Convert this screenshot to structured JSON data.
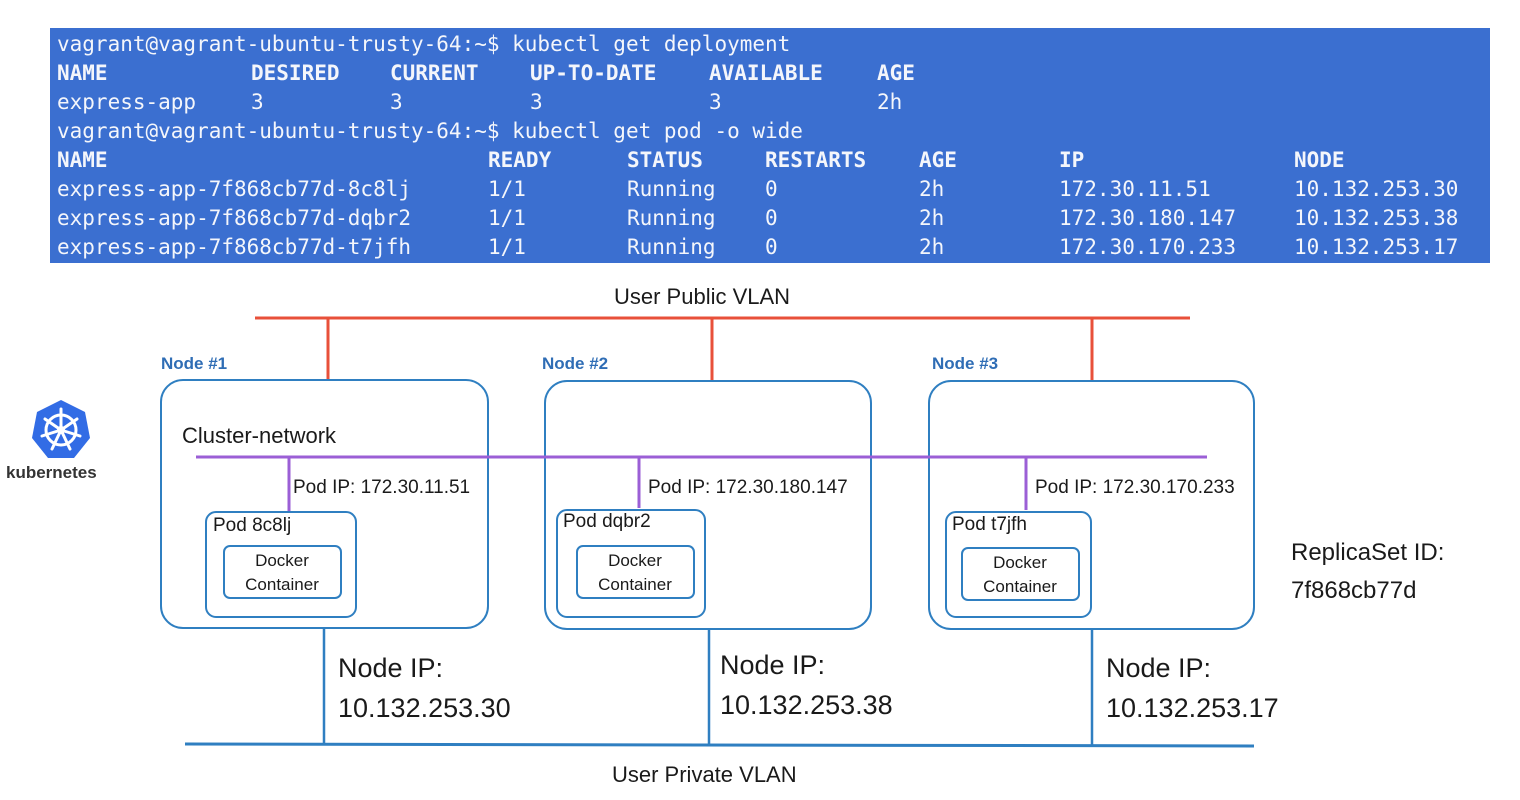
{
  "terminal": {
    "prompt1": "vagrant@vagrant-ubuntu-trusty-64:~$ kubectl get deployment",
    "deploy_headers": [
      "NAME",
      "DESIRED",
      "CURRENT",
      "UP-TO-DATE",
      "AVAILABLE",
      "AGE"
    ],
    "deploy_row": [
      "express-app",
      "3",
      "3",
      "3",
      "3",
      "2h"
    ],
    "prompt2": "vagrant@vagrant-ubuntu-trusty-64:~$ kubectl get pod -o wide",
    "pod_headers": [
      "NAME",
      "READY",
      "STATUS",
      "RESTARTS",
      "AGE",
      "IP",
      "NODE"
    ],
    "pod_rows": [
      [
        "express-app-7f868cb77d-8c8lj",
        "1/1",
        "Running",
        "0",
        "2h",
        "172.30.11.51",
        "10.132.253.30"
      ],
      [
        "express-app-7f868cb77d-dqbr2",
        "1/1",
        "Running",
        "0",
        "2h",
        "172.30.180.147",
        "10.132.253.38"
      ],
      [
        "express-app-7f868cb77d-t7jfh",
        "1/1",
        "Running",
        "0",
        "2h",
        "172.30.170.233",
        "10.132.253.17"
      ]
    ]
  },
  "diagram": {
    "public_vlan": "User Public VLAN",
    "private_vlan": "User Private VLAN",
    "cluster_network": "Cluster-network",
    "logo_text": "kubernetes",
    "replicaset_label": "ReplicaSet ID:",
    "replicaset_id": "7f868cb77d",
    "nodes": [
      {
        "title": "Node #1",
        "pod_ip": "Pod IP: 172.30.11.51",
        "pod": "Pod 8c8lj",
        "docker_1": "Docker",
        "docker_2": "Container",
        "node_ip_label": "Node IP:",
        "node_ip": "10.132.253.30"
      },
      {
        "title": "Node #2",
        "pod_ip": "Pod IP: 172.30.180.147",
        "pod": "Pod dqbr2",
        "docker_1": "Docker",
        "docker_2": "Container",
        "node_ip_label": "Node IP:",
        "node_ip": "10.132.253.38"
      },
      {
        "title": "Node #3",
        "pod_ip": "Pod IP: 172.30.170.233",
        "pod": "Pod t7jfh",
        "docker_1": "Docker",
        "docker_2": "Container",
        "node_ip_label": "Node IP:",
        "node_ip": "10.132.253.17"
      }
    ],
    "colors": {
      "public": "#e8503a",
      "private": "#2f7fc1",
      "cluster": "#9b5fd6",
      "box": "#2f7fc1",
      "terminal": "#3b6fd0"
    }
  }
}
